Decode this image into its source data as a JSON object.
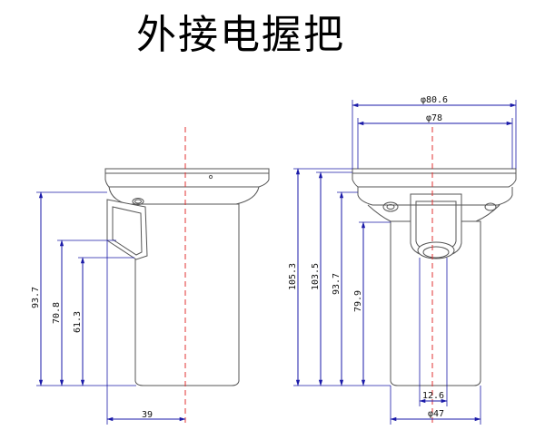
{
  "title": "外接电握把",
  "left_view": {
    "heights": [
      "93.7",
      "70.8",
      "61.3"
    ],
    "width": "39"
  },
  "right_view": {
    "diameters_top": [
      "φ80.6",
      "φ78"
    ],
    "heights": [
      "105.3",
      "103.5",
      "93.7",
      "79.9"
    ],
    "diameters_bottom": [
      "12.6",
      "φ47"
    ]
  },
  "colors": {
    "dimension": "#1a1aa8",
    "centerline": "#e03030",
    "outline": "#555555"
  }
}
